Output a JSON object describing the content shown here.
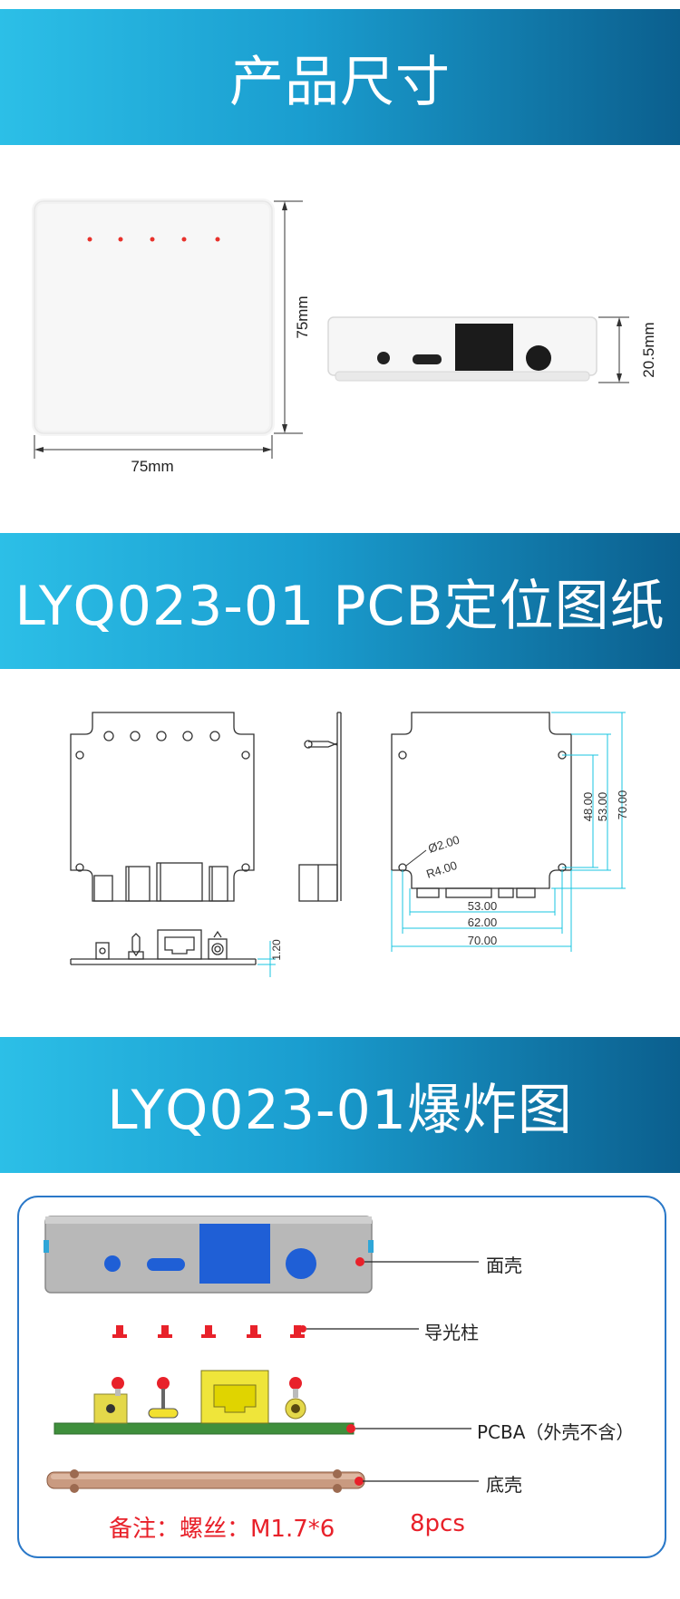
{
  "banners": {
    "dimensions": "产品尺寸",
    "pcb": "LYQ023-01 PCB定位图纸",
    "exploded": "LYQ023-01爆炸图"
  },
  "dimensions": {
    "front_width": "75mm",
    "front_height": "75mm",
    "side_height": "20.5mm"
  },
  "pcb_drawing": {
    "hole_diameter": "Ø2.00",
    "corner_radius": "R4.00",
    "dim_53_h": "53.00",
    "dim_62_h": "62.00",
    "dim_70_h": "70.00",
    "dim_48_v": "48.00",
    "dim_53_v": "53.00",
    "dim_70_v": "70.00",
    "thickness": "1.20"
  },
  "exploded": {
    "labels": {
      "face_shell": "面壳",
      "light_guide": "导光柱",
      "pcba": "PCBA（外壳不含）",
      "bottom_shell": "底壳"
    },
    "note": {
      "text": "备注：螺丝：M1.7*6",
      "count": "8pcs"
    }
  },
  "colors": {
    "banner_start": "#2cbfe7",
    "banner_end": "#0b5f8e",
    "dimension_cyan": "#19c6e0",
    "note_red": "#e8212a",
    "frame_blue": "#2a78c8"
  }
}
